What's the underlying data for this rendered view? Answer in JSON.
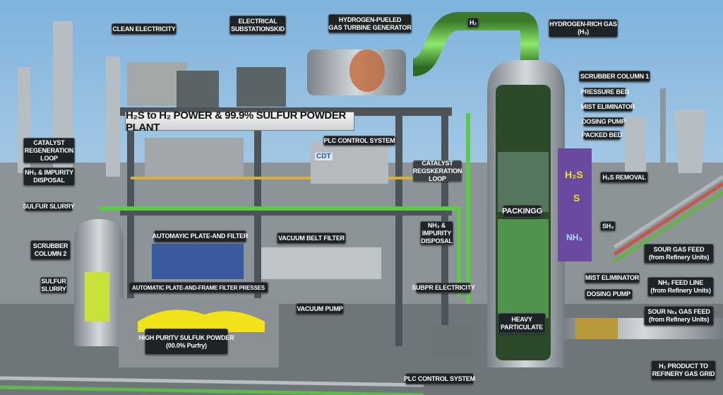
{
  "title": "H₂S to H₂ POWER & 99.9% SULFUR POWDER PLANT",
  "labels": {
    "clean_electricity": "CLEAN ELECTRICITY",
    "substation": [
      "ELECTRICAL",
      "SUBSTATIONSKID"
    ],
    "turbine": [
      "HYDROGEN-PUELED",
      "GAS TURBINE GENERATOR"
    ],
    "h2_badge": "H₂",
    "hydrogen_rich_gas": [
      "HYDROGEN-RICH GAS",
      "(H₃)"
    ],
    "scrubber_column_1": "SCRUBBER COLUMN 1",
    "pressure_bed": "PRESSURE BED",
    "mist_eliminator_top": "MIST ELIMINATOR",
    "dosing_pump_top": "DOSING PUMP",
    "packed_bed": "PACKED BED",
    "plc_top": "PLC CONTROL SYSTEM",
    "catalyst_left": [
      "CATALYST",
      "REGENERATION",
      "LOOP"
    ],
    "nh3_left": [
      "NH₃ & IMPURITY",
      "DISPOSAL"
    ],
    "catalyst_mid": [
      "CATALYST",
      "REGSKERATION",
      "LOOP"
    ],
    "h2s_removal": "H₃S REMOVAL",
    "sulfur_slurry_top": "SULFUR SLURRY",
    "scrubber_column_2": [
      "SCRUBBER",
      "COLUMN 2"
    ],
    "sulfur_slurry_left": [
      "SULFUR",
      "SLURRY"
    ],
    "plate_filter": "AUTOMAYIC PLATE-AND FILTER",
    "vacuum_belt": "VACUUM BELT FILTER",
    "filter_presses": "AUTOMATIC PLATE-AND-FRAME FILTER PRESSES",
    "vacuum_pump": "VACUUM PUMP",
    "sulfur_powder": [
      "HIGH PURITV SULFUK POWDER",
      "(00.0% Purfry)"
    ],
    "nh3_mid": [
      "NH₃ &",
      "IMPURITY",
      "DISPOSAL"
    ],
    "packing": "PACKINGG",
    "sh3": "SH₃",
    "sulpr_electricity": "SUBPR ELECTRICITY",
    "mist_eliminator_bottom": "MIST ELIMINATOR",
    "dosing_pump_bottom": "DOSING PUMP",
    "heavy_particulate": [
      "HEAVY",
      "PARTICULATE"
    ],
    "sour_gas_feed": [
      "SOUR GAS FEED",
      "(from Refinery Units)"
    ],
    "nh3_feed_line": [
      "NH₃ FEED LINE",
      "(from Refinery Units)"
    ],
    "sour_gas_feed_2": [
      "SOUR №₄ GAS FEED",
      "(from Refinery Units)"
    ],
    "h2_product": [
      "H₂ PRODUCT TO",
      "REFINERY GAS GRID"
    ],
    "plc_bottom": "PLC CONTROL SYSTEM",
    "panel_logo": "CDT",
    "tower_text": [
      "H₂S",
      "S",
      "NH₃"
    ]
  },
  "colors": {
    "sky": "#9cc4e4",
    "label_bg": "#1d2326",
    "pipe_green": "#6fcf4a",
    "sulfur": "#f2e21a",
    "steel": "#a9afb3"
  }
}
